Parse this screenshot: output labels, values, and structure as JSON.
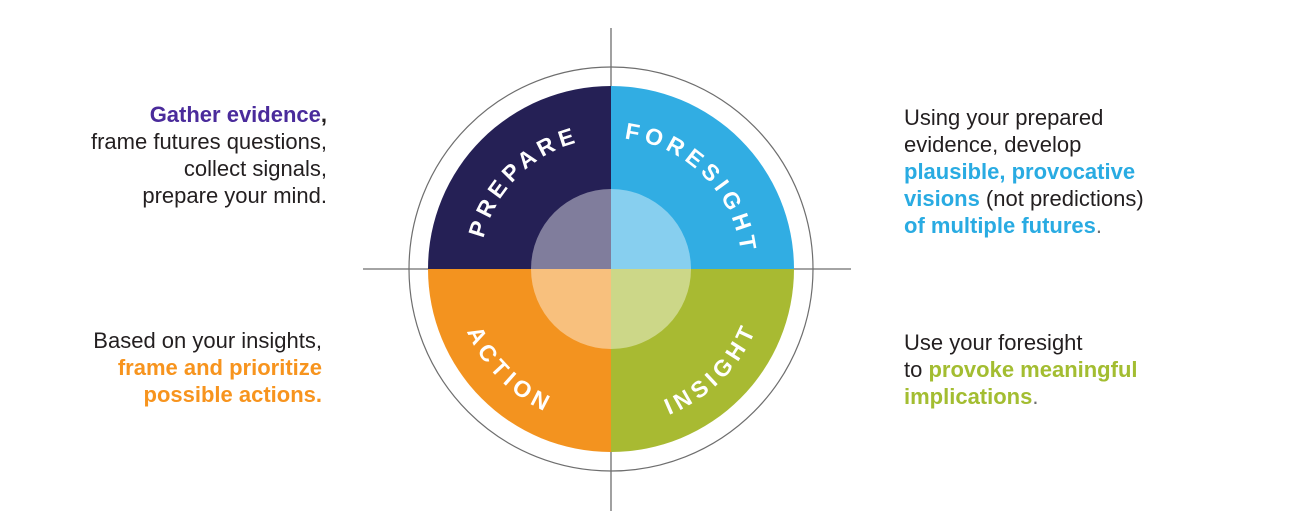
{
  "colors": {
    "quad_navy": "#252055",
    "quad_blue": "#31ADE3",
    "quad_orange": "#F3931F",
    "quad_green": "#A8BA32",
    "text_dark": "#231F20",
    "text_purple": "#4A2B9B",
    "text_blue": "#29ABE2",
    "text_orange": "#F7941E",
    "text_green": "#A3BD31",
    "text_muted": "#6D6E71",
    "axis_gray": "#6E6E6E",
    "label_white": "#FFFFFF"
  },
  "wheel": {
    "labels": {
      "prepare": "PREPARE",
      "foresight": "FORESIGHT",
      "action": "ACTION",
      "insight": "INSIGHT"
    }
  },
  "annotations": {
    "prepare": {
      "l1a": "Gather evidence",
      "l1b": ",",
      "l2": "frame futures questions,",
      "l3": "collect signals,",
      "l4": "prepare your mind."
    },
    "foresight": {
      "l1": "Using your prepared",
      "l2": "evidence, develop",
      "l3": "plausible, provocative",
      "l4a": "visions",
      "l4b": " (not predictions)",
      "l5a": "of multiple futures",
      "l5b": "."
    },
    "action": {
      "l1": "Based on your insights,",
      "l2": "frame and prioritize",
      "l3": "possible actions."
    },
    "insight": {
      "l1": "Use your foresight",
      "l2a": "to ",
      "l2b": "provoke meaningful",
      "l3a": "implications",
      "l3b": "."
    }
  }
}
